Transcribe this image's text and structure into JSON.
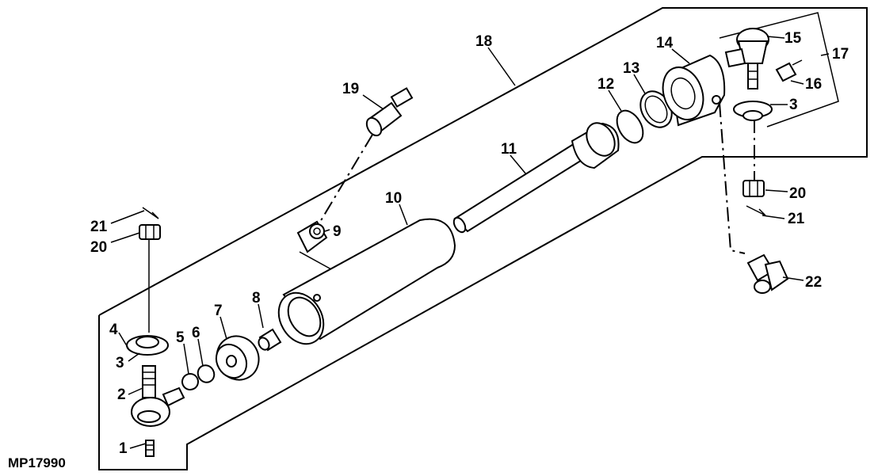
{
  "figure_id": "MP17990",
  "callouts": [
    {
      "id": "c1",
      "text": "1"
    },
    {
      "id": "c2",
      "text": "2"
    },
    {
      "id": "c3a",
      "text": "3"
    },
    {
      "id": "c3b",
      "text": "3"
    },
    {
      "id": "c4",
      "text": "4"
    },
    {
      "id": "c5",
      "text": "5"
    },
    {
      "id": "c6",
      "text": "6"
    },
    {
      "id": "c7",
      "text": "7"
    },
    {
      "id": "c8",
      "text": "8"
    },
    {
      "id": "c9",
      "text": "9"
    },
    {
      "id": "c10",
      "text": "10"
    },
    {
      "id": "c11",
      "text": "11"
    },
    {
      "id": "c12",
      "text": "12"
    },
    {
      "id": "c13",
      "text": "13"
    },
    {
      "id": "c14",
      "text": "14"
    },
    {
      "id": "c15",
      "text": "15"
    },
    {
      "id": "c16",
      "text": "16"
    },
    {
      "id": "c17",
      "text": "17"
    },
    {
      "id": "c18",
      "text": "18"
    },
    {
      "id": "c19",
      "text": "19"
    },
    {
      "id": "c20a",
      "text": "20"
    },
    {
      "id": "c20b",
      "text": "20"
    },
    {
      "id": "c21a",
      "text": "21"
    },
    {
      "id": "c21b",
      "text": "21"
    },
    {
      "id": "c22",
      "text": "22"
    }
  ]
}
